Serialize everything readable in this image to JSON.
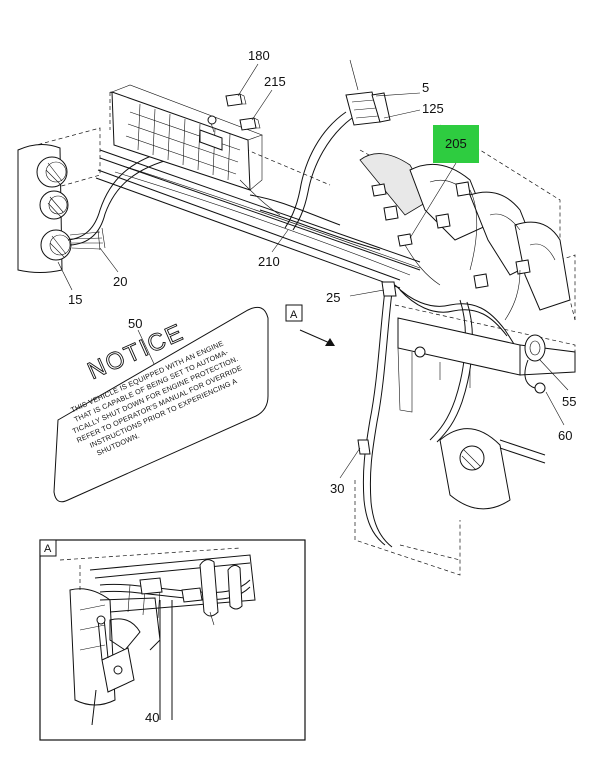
{
  "callouts": {
    "c180": "180",
    "c215": "215",
    "c5": "5",
    "c125": "125",
    "c205": "205",
    "c15": "15",
    "c20": "20",
    "c210": "210",
    "c25": "25",
    "c50": "50",
    "c55": "55",
    "c60": "60",
    "c30": "30",
    "c40": "40"
  },
  "highlight_color": "#2ecc40",
  "view_marker": {
    "label": "A"
  },
  "detail_view": {
    "label": "A"
  },
  "notice_decal": {
    "title": "NOTICE",
    "lines": [
      "THIS VEHICLE IS EQUIPPED WITH AN ENGINE",
      "THAT IS CAPABLE OF BEING SET TO AUTOMA-",
      "TICALLY SHUT DOWN FOR ENGINE PROTECTION.",
      "REFER TO OPERATOR'S MANUAL FOR OVERRIDE",
      "INSTRUCTIONS PRIOR TO EXPERIENCING A",
      "SHUTDOWN."
    ]
  }
}
